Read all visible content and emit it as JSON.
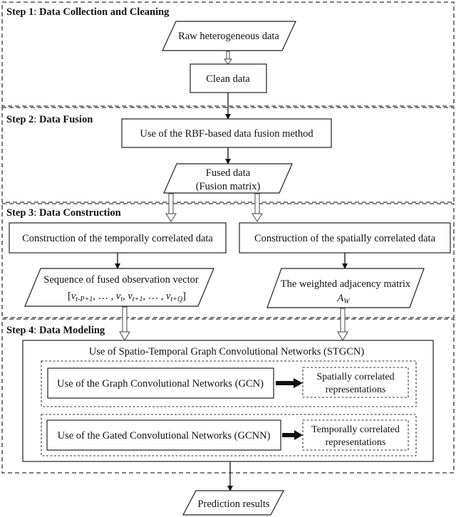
{
  "steps": [
    {
      "num": "Step 1",
      "sep": ":",
      "title": " Data Collection and Cleaning"
    },
    {
      "num": "Step 2",
      "sep": ":",
      "title": " Data Fusion"
    },
    {
      "num": "Step 3",
      "sep": ":",
      "title": " Data Construction"
    },
    {
      "num": "Step 4",
      "sep": ":",
      "title": " Data Modeling"
    }
  ],
  "nodes": {
    "raw": "Raw heterogeneous data",
    "clean": "Clean data",
    "rbf": "Use of the RBF-based data fusion method",
    "fused_line1": "Fused data",
    "fused_line2": "(Fusion matrix)",
    "temporal_construction": "Construction of the temporally correlated data",
    "spatial_construction": "Construction of the spatially correlated data",
    "sequence_line1": "Sequence of fused observation vector",
    "sequence_formula": {
      "open": "[",
      "v1": "v",
      "s1": "t-P+1",
      "mid1": ", … , ",
      "v2": "v",
      "s2": "t",
      "comma1": ", ",
      "v3": "v",
      "s3": "t+1",
      "mid2": ", … , ",
      "v4": "v",
      "s4": "t+Q",
      "close": "]"
    },
    "adjacency_line1": "The weighted adjacency matrix",
    "adjacency_symbol": "A",
    "adjacency_sub": "W",
    "stgcn": "Use of Spatio-Temporal Graph Convolutional Networks (STGCN)",
    "gcn": "Use of the Graph Convolutional Networks (GCN)",
    "spatial_rep_line1": "Spatially correlated",
    "spatial_rep_line2": "representations",
    "gcnn": "Use of the Gated Convolutional Networks (GCNN)",
    "temporal_rep_line1": "Temporally correlated",
    "temporal_rep_line2": "representations",
    "prediction": "Prediction results"
  }
}
